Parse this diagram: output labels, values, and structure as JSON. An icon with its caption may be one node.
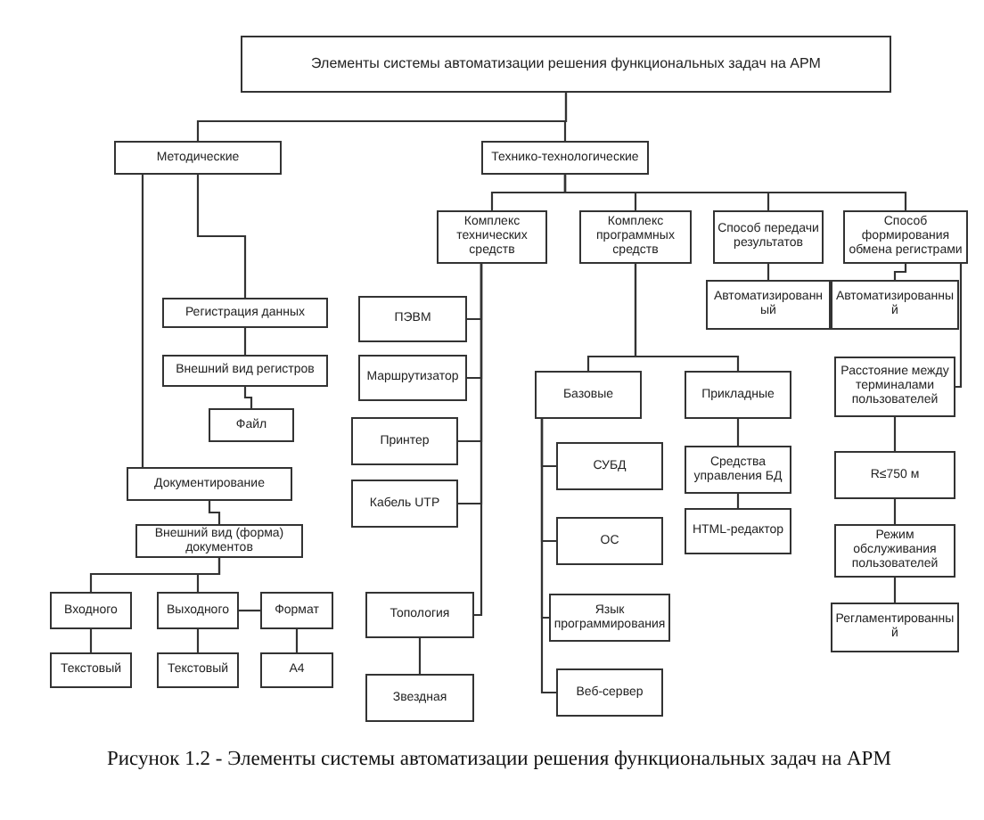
{
  "diagram": {
    "caption": "Рисунок 1.2 - Элементы системы автоматизации решения функциональных задач на АРМ",
    "nodes": [
      {
        "text": [
          "Элементы системы автоматизации решения функциональных задач на АРМ"
        ]
      },
      {
        "text": [
          "Методические"
        ]
      },
      {
        "text": [
          "Технико-технологические"
        ]
      },
      {
        "text": [
          "Комплекс технических средств"
        ]
      },
      {
        "text": [
          "Комплекс программных средств"
        ]
      },
      {
        "text": [
          "Способ передачи результатов"
        ]
      },
      {
        "text": [
          "Способ формирования обмена регистрами"
        ]
      },
      {
        "text": [
          "Регистрация данных"
        ]
      },
      {
        "text": [
          "Внешний вид регистров"
        ]
      },
      {
        "text": [
          "Файл"
        ]
      },
      {
        "text": [
          "Документирование"
        ]
      },
      {
        "text": [
          "Внешний вид (форма) документов"
        ]
      },
      {
        "text": [
          "Входного"
        ]
      },
      {
        "text": [
          "Выходного"
        ]
      },
      {
        "text": [
          "Формат"
        ]
      },
      {
        "text": [
          "Текстовый"
        ]
      },
      {
        "text": [
          "Текстовый"
        ]
      },
      {
        "text": [
          "А4"
        ]
      },
      {
        "text": [
          "ПЭВМ"
        ]
      },
      {
        "text": [
          "Маршрутизатор"
        ]
      },
      {
        "text": [
          "Принтер"
        ]
      },
      {
        "text": [
          "Кабель UTP"
        ]
      },
      {
        "text": [
          "Топология"
        ]
      },
      {
        "text": [
          "Звездная"
        ]
      },
      {
        "text": [
          "Автоматизированный"
        ]
      },
      {
        "text": [
          "Автоматизированный"
        ]
      },
      {
        "text": [
          "Базовые"
        ]
      },
      {
        "text": [
          "Прикладные"
        ]
      },
      {
        "text": [
          "Расстояние между терминалами пользователей"
        ]
      },
      {
        "text": [
          "СУБД"
        ]
      },
      {
        "text": [
          "Средства управления БД"
        ]
      },
      {
        "text": [
          "R≤750 м"
        ]
      },
      {
        "text": [
          "ОС"
        ]
      },
      {
        "text": [
          "HTML-редактор"
        ]
      },
      {
        "text": [
          "Режим обслуживания пользователей"
        ]
      },
      {
        "text": [
          "Язык программирования"
        ]
      },
      {
        "text": [
          "Регламентированный"
        ]
      },
      {
        "text": [
          "Веб-сервер"
        ]
      }
    ],
    "edges": [
      {
        "from": 0,
        "to": 1,
        "arrow": "none"
      },
      {
        "from": 0,
        "to": 2,
        "arrow": "none"
      },
      {
        "from": 2,
        "to": 3,
        "arrow": "none"
      },
      {
        "from": 2,
        "to": 4,
        "arrow": "none"
      },
      {
        "from": 2,
        "to": 5,
        "arrow": "none"
      },
      {
        "from": 2,
        "to": 6,
        "arrow": "none"
      },
      {
        "from": 1,
        "to": 7,
        "arrow": "none"
      },
      {
        "from": 7,
        "to": 8,
        "arrow": "none"
      },
      {
        "from": 8,
        "to": 9,
        "arrow": "none"
      },
      {
        "from": 1,
        "to": 10,
        "arrow": "none"
      },
      {
        "from": 10,
        "to": 11,
        "arrow": "none"
      },
      {
        "from": 11,
        "to": 12,
        "arrow": "none"
      },
      {
        "from": 11,
        "to": 13,
        "arrow": "none"
      },
      {
        "from": 13,
        "to": 14,
        "arrow": "none"
      },
      {
        "from": 12,
        "to": 15,
        "arrow": "none"
      },
      {
        "from": 13,
        "to": 16,
        "arrow": "none"
      },
      {
        "from": 14,
        "to": 17,
        "arrow": "none"
      },
      {
        "from": 3,
        "to": 18,
        "arrow": "none"
      },
      {
        "from": 3,
        "to": 19,
        "arrow": "none"
      },
      {
        "from": 3,
        "to": 20,
        "arrow": "none"
      },
      {
        "from": 3,
        "to": 21,
        "arrow": "none"
      },
      {
        "from": 3,
        "to": 22,
        "arrow": "none"
      },
      {
        "from": 22,
        "to": 23,
        "arrow": "none"
      },
      {
        "from": 4,
        "to": 26,
        "arrow": "none"
      },
      {
        "from": 4,
        "to": 27,
        "arrow": "none"
      },
      {
        "from": 5,
        "to": 24,
        "arrow": "none"
      },
      {
        "from": 6,
        "to": 25,
        "arrow": "none"
      },
      {
        "from": 6,
        "to": 28,
        "arrow": "none"
      },
      {
        "from": 26,
        "to": 29,
        "arrow": "none"
      },
      {
        "from": 26,
        "to": 32,
        "arrow": "none"
      },
      {
        "from": 26,
        "to": 35,
        "arrow": "none"
      },
      {
        "from": 26,
        "to": 37,
        "arrow": "none"
      },
      {
        "from": 27,
        "to": 30,
        "arrow": "none"
      },
      {
        "from": 30,
        "to": 33,
        "arrow": "none"
      },
      {
        "from": 28,
        "to": 31,
        "arrow": "none"
      },
      {
        "from": 31,
        "to": 34,
        "arrow": "none"
      },
      {
        "from": 34,
        "to": 36,
        "arrow": "none"
      }
    ]
  }
}
